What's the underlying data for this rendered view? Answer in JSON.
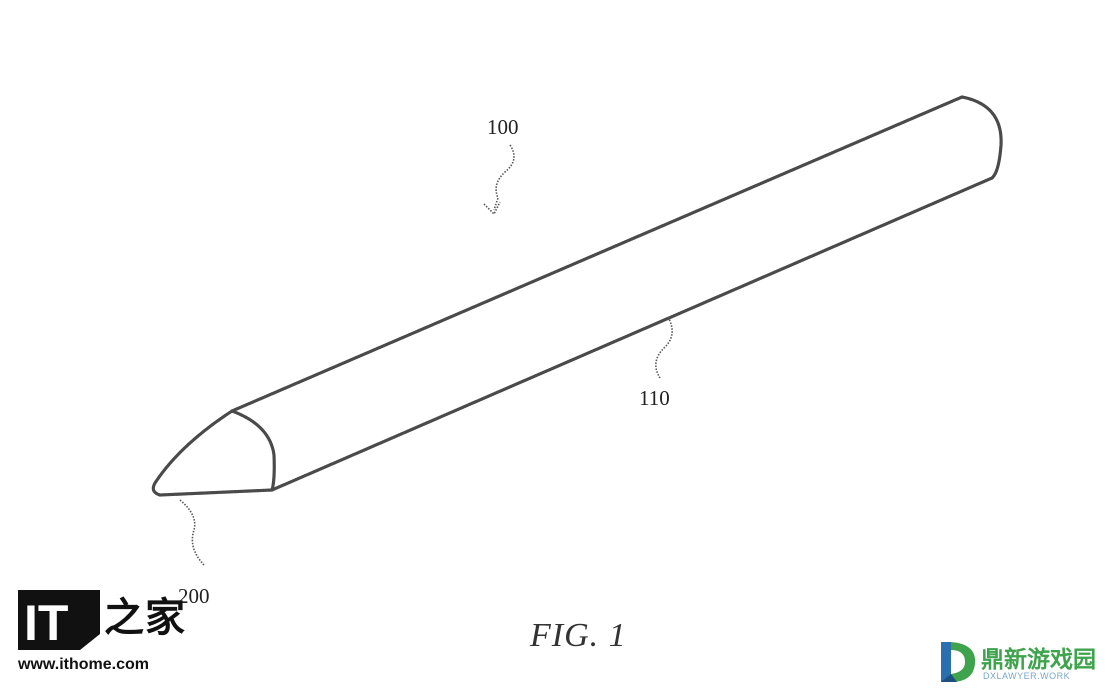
{
  "figure": {
    "label": "FIG. 1",
    "references": {
      "device": "100",
      "body": "110",
      "tip": "200"
    }
  },
  "logo": {
    "mark": "IT",
    "name_cn": "之家",
    "url": "www.ithome.com"
  },
  "watermark": {
    "name_cn": "鼎新游戏园",
    "domain": "DXLAWYER.WORK"
  }
}
